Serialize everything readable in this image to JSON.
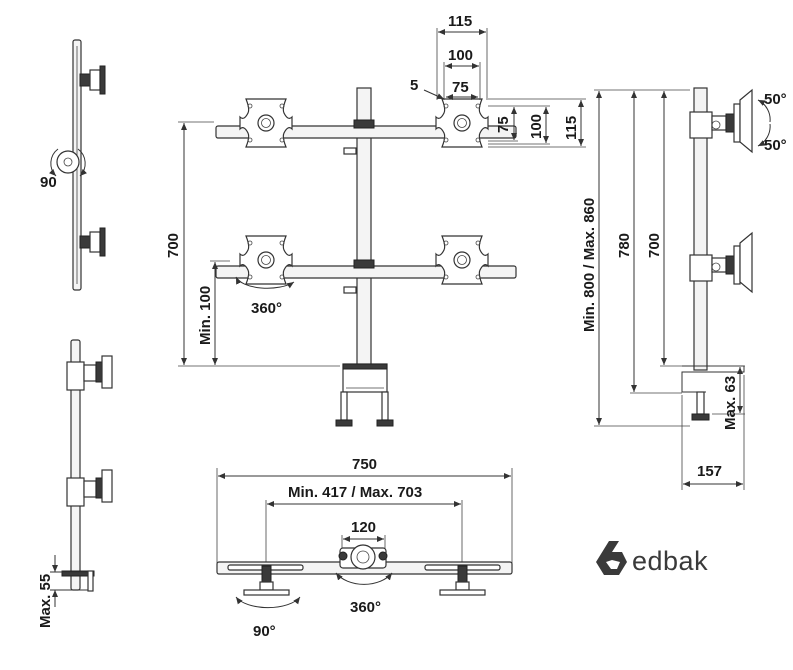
{
  "dimensions": {
    "top_width_outer": "115",
    "top_width_mid": "100",
    "top_width_inner": "75",
    "top_offset": "5",
    "right_vert_inner": "75",
    "right_vert_mid": "100",
    "right_vert_outer": "115",
    "front_height": "700",
    "front_min_height": "Min. 100",
    "front_rotation": "360°",
    "side_tilt_up": "50°",
    "side_tilt_down": "50°",
    "side_total_height": "Min. 800 / Max. 860",
    "side_height_mid": "780",
    "side_height_inner": "700",
    "side_clamp_max": "Max. 63",
    "side_base_depth": "157",
    "top_view_rotation": "90",
    "left_clamp_max": "Max. 55",
    "bottom_width": "750",
    "bottom_arm_range": "Min. 417 / Max. 703",
    "bottom_pole_width": "120",
    "bottom_rotation": "360°",
    "bottom_swivel": "90°"
  },
  "brand": {
    "name": "edbak",
    "color": "#3a3a3a"
  }
}
